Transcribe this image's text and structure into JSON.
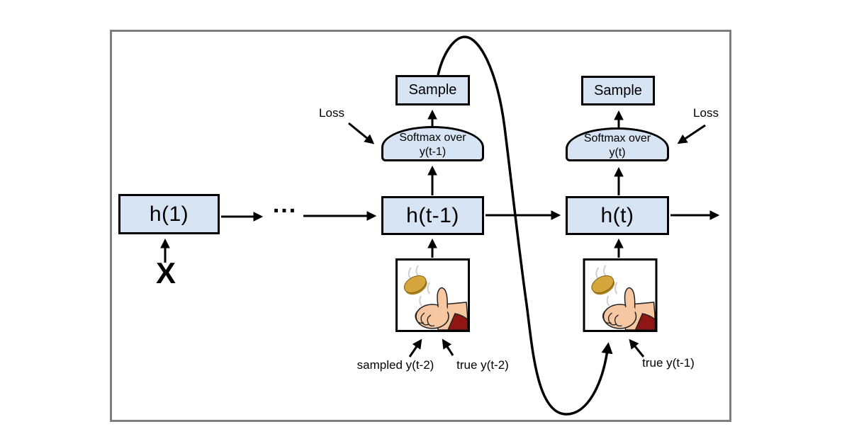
{
  "nodes": {
    "h1": {
      "label": "h(1)"
    },
    "h_t_minus_1": {
      "label": "h(t-1)"
    },
    "h_t": {
      "label": "h(t)"
    },
    "sample_left": {
      "label": "Sample"
    },
    "sample_right": {
      "label": "Sample"
    },
    "softmax_left": {
      "line1": "Softmax over",
      "line2": "y(t-1)"
    },
    "softmax_right": {
      "line1": "Softmax over",
      "line2": "y(t)"
    }
  },
  "labels": {
    "input_x": "X",
    "ellipsis": "...",
    "loss_left": "Loss",
    "loss_right": "Loss",
    "sampled_y_t_minus_2": "sampled y(t-2)",
    "true_y_t_minus_2": "true y(t-2)",
    "true_y_t_minus_1": "true y(t-1)"
  },
  "icons": {
    "left": "coin-flip-icon",
    "right": "coin-flip-icon"
  },
  "colors": {
    "node_fill": "#d6e4f3",
    "node_border": "#000000",
    "frame_border": "#7e7e7e",
    "arrow": "#000000",
    "coin_gold": "#d4a63c",
    "coin_edge": "#a9831f",
    "hand_skin": "#f6c7a0",
    "sleeve_red": "#8f1612",
    "background": "#ffffff"
  }
}
